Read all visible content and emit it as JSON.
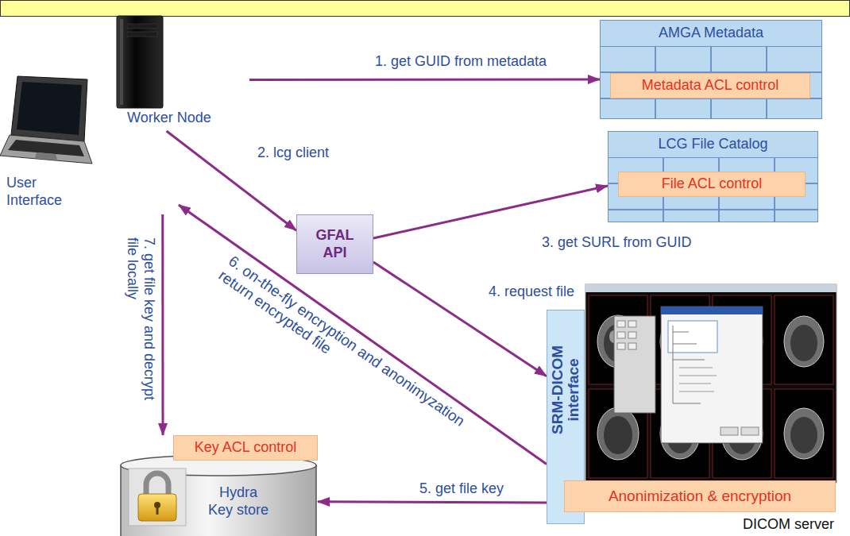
{
  "diagram": {
    "nodes": [
      {
        "text": [
          "Worker Node"
        ]
      },
      {
        "text": [
          "AMGA Metadata"
        ]
      },
      {
        "text": [
          "Metadata ACL control"
        ],
        "in": 1
      },
      {
        "text": [
          "User Interface"
        ]
      },
      {
        "text": [
          "LCG File Catalog"
        ]
      },
      {
        "text": [
          "File ACL control"
        ],
        "in": 4
      },
      {
        "text": [
          "GFAL API"
        ]
      },
      {
        "text": [
          "SRM-DICOM interface"
        ]
      },
      {
        "text": [
          "Hydra Key store"
        ]
      },
      {
        "text": [
          "Key ACL control"
        ],
        "in": 8
      },
      {
        "text": [
          "Anonimization & encryption"
        ]
      }
    ],
    "edges": [
      {
        "from": 0,
        "to": 1,
        "label": "1. get GUID from metadata",
        "arrow": "to"
      },
      {
        "from": 0,
        "to": 6,
        "label": "2. lcg client",
        "arrow": "to"
      },
      {
        "from": 6,
        "to": 4,
        "label": "3. get SURL from GUID",
        "arrow": "to"
      },
      {
        "from": 6,
        "to": 7,
        "label": "4. request file",
        "arrow": "to"
      },
      {
        "from": 7,
        "to": 8,
        "label": "5. get file key",
        "arrow": "to"
      },
      {
        "from": 7,
        "to": 3,
        "label": "6. on-the-fly encryption and anonimyzation return encrypted file",
        "arrow": "to"
      },
      {
        "from": 3,
        "to": 8,
        "label": "7. get file key and decrypt file locally",
        "arrow": "to"
      }
    ],
    "labels": [
      "DICOM server"
    ]
  }
}
